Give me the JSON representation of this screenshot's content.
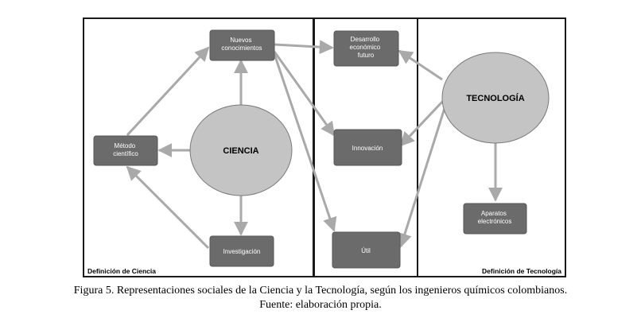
{
  "panels": {
    "ciencia_label": "Definición de Ciencia",
    "tecnologia_label": "Definición de Tecnología"
  },
  "nodes": {
    "nuevos": [
      "Nuevos",
      "conocimientos"
    ],
    "desarrollo": [
      "Desarrollo",
      "económico",
      "futuro"
    ],
    "metodo": [
      "Método",
      "científico"
    ],
    "innovacion": [
      "Innovación"
    ],
    "investigacion": [
      "Investigación"
    ],
    "util": [
      "Útil"
    ],
    "aparatos": [
      "Aparatos",
      "electrónicos"
    ]
  },
  "circles": {
    "ciencia": "CIENCIA",
    "tecnologia": "TECNOLOGÍA"
  },
  "caption": {
    "line1": "Figura 5. Representaciones sociales de la Ciencia y la Tecnología, según los ingenieros químicos colombianos.",
    "line2": "Fuente: elaboración propia."
  },
  "colors": {
    "node_fill": "#6b6b6b",
    "circle_fill": "#c4c4c4",
    "arrow": "#a9a9a9",
    "frame": "#1a1a1a"
  }
}
